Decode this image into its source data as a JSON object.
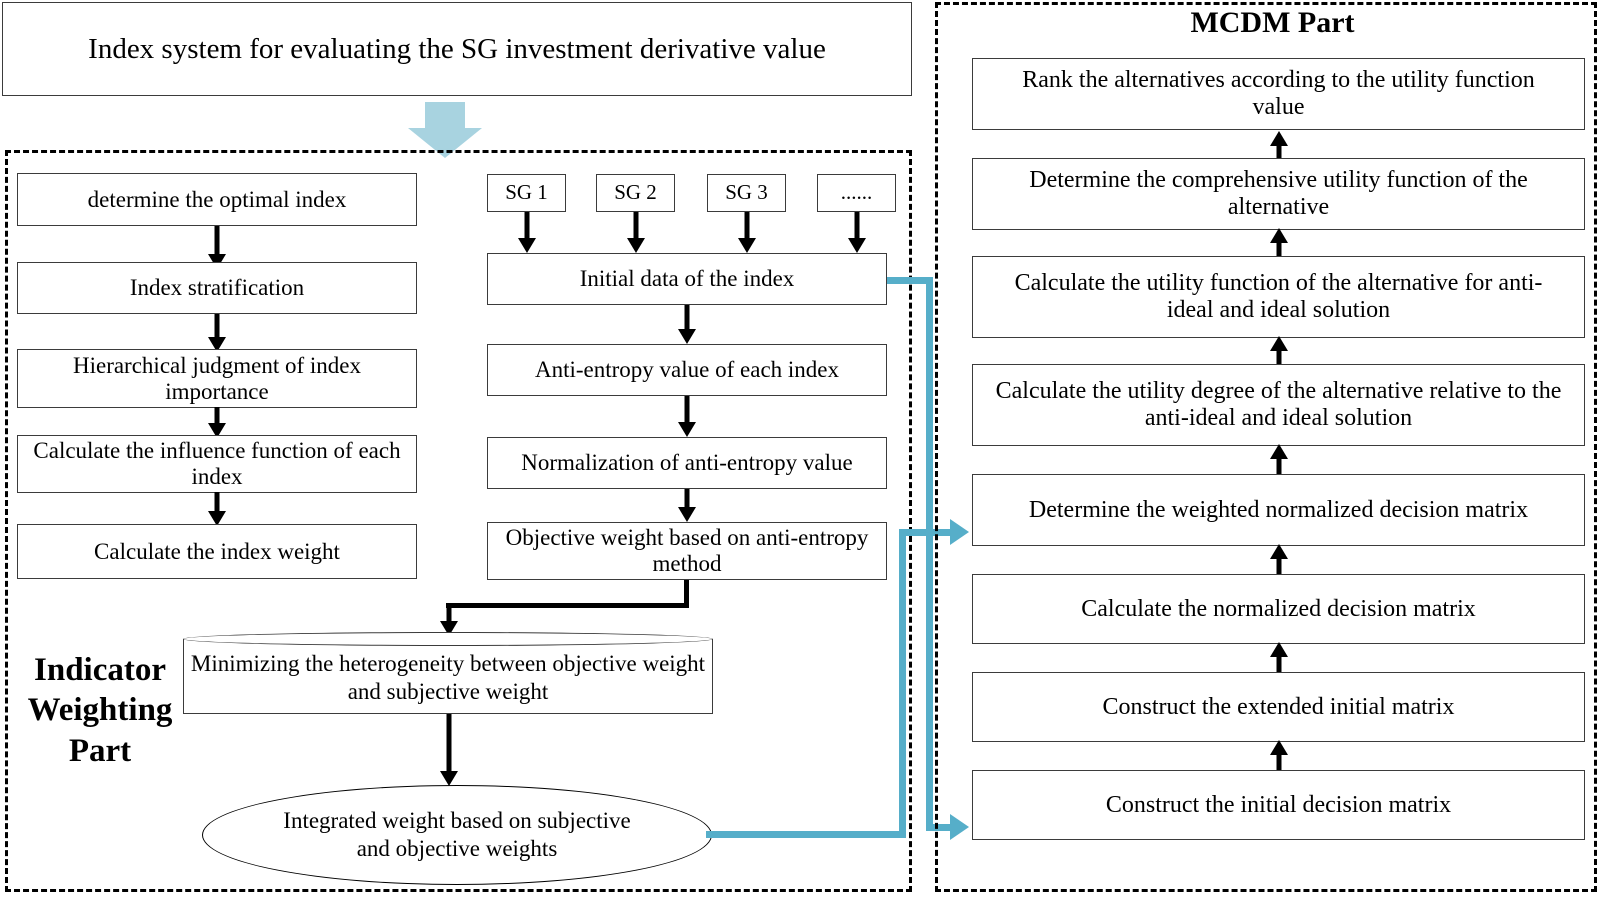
{
  "diagram": {
    "title_box": "Index system for evaluating the SG investment derivative value",
    "left_part_label": "Indicator Weighting Part",
    "right_part_title": "MCDM Part",
    "accent_colors": {
      "connector_teal": "#56AEC9",
      "big_arrow_blue": "#A8D3E0",
      "box_border": "#3b3b3b"
    }
  },
  "left_column": {
    "steps": [
      "determine the optimal index",
      "Index stratification",
      "Hierarchical judgment of index importance",
      "Calculate the influence function of each index",
      "Calculate the index weight"
    ]
  },
  "middle_column": {
    "sources": [
      "SG 1",
      "SG 2",
      "SG 3",
      "......"
    ],
    "steps": [
      "Initial data of the index",
      "Anti-entropy value of each  index",
      "Normalization of anti-entropy value",
      "Objective weight based on anti-entropy method"
    ]
  },
  "merge_nodes": {
    "cylinder": "Minimizing the heterogeneity between objective weight and subjective weight",
    "ellipse": "Integrated weight based on subjective and objective weights"
  },
  "right_column": {
    "steps_top_to_bottom": [
      "Rank the alternatives according to the utility function value",
      "Determine the comprehensive utility function of the alternative",
      "Calculate the utility function of the alternative for anti-ideal and ideal solution",
      "Calculate the utility degree of the alternative relative to the anti-ideal and ideal solution",
      "Determine the weighted normalized decision matrix",
      "Calculate the normalized decision matrix",
      "Construct the extended initial matrix",
      "Construct the initial decision matrix"
    ]
  }
}
